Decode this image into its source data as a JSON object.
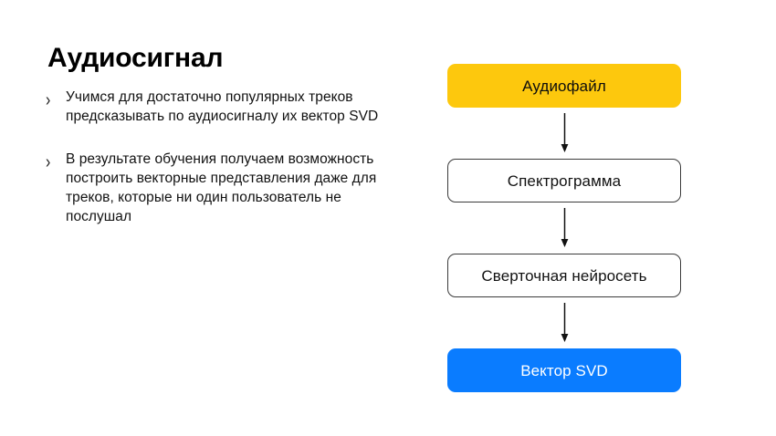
{
  "slide": {
    "title": "Аудиосигнал",
    "background_color": "#ffffff"
  },
  "bullets": {
    "marker_glyph": "›",
    "items": [
      {
        "text": "Учимся для достаточно популярных треков предсказывать по аудиосигналу их вектор SVD"
      },
      {
        "text": "В результате обучения получаем возможность построить векторные представления даже для треков, которые ни один пользователь не послушал"
      }
    ]
  },
  "flowchart": {
    "direction": "top-to-bottom",
    "arrow_glyph": "down-arrow",
    "nodes": [
      {
        "label": "Аудиофайл",
        "style": "accent-yellow",
        "fill_color": "#FDC80D",
        "text_color": "#0d0d0d"
      },
      {
        "label": "Спектрограмма",
        "style": "plain",
        "fill_color": "#ffffff",
        "text_color": "#111111",
        "border_color": "#3b3b3b"
      },
      {
        "label": "Сверточная нейросеть",
        "style": "plain",
        "fill_color": "#ffffff",
        "text_color": "#111111",
        "border_color": "#3b3b3b"
      },
      {
        "label": "Вектор SVD",
        "style": "accent-blue",
        "fill_color": "#0A7CFF",
        "text_color": "#ffffff"
      }
    ]
  }
}
